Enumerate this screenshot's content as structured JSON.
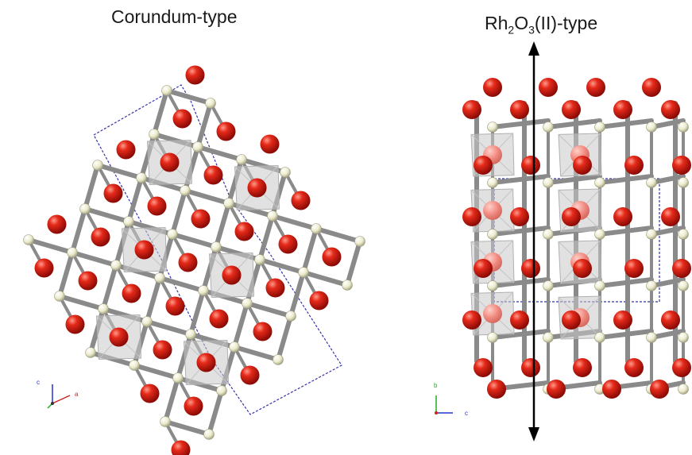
{
  "left_panel": {
    "title": "Corundum-type",
    "axes": {
      "vertical": "c",
      "horizontal": "a"
    }
  },
  "right_panel": {
    "title": {
      "main": "Rh",
      "sub1": "2",
      "mid": "O",
      "sub2": "3",
      "suffix": "(II)-type"
    },
    "axes": {
      "vertical": "b",
      "horizontal": "c"
    }
  },
  "colors": {
    "oxygen": "#e01010",
    "metal": "#f2f2d8",
    "bond": "#8c8c8c",
    "octahedron": "#c8c8c8",
    "cell_edge": "#3333aa",
    "arrow": "#000000"
  }
}
